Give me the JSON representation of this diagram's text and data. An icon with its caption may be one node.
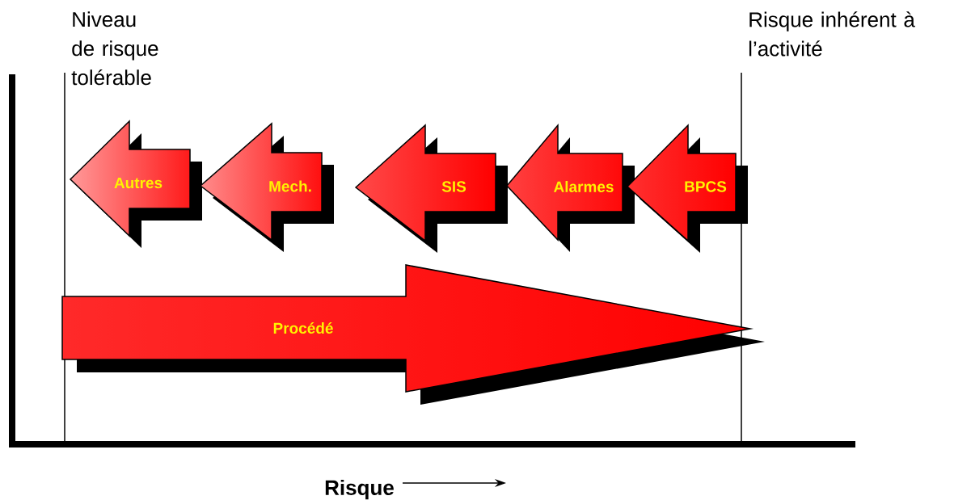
{
  "diagram": {
    "nodes": [
      {
        "text": [
          "Autres"
        ]
      },
      {
        "text": [
          "Mech."
        ]
      },
      {
        "text": [
          "SIS"
        ]
      },
      {
        "text": [
          "Alarmes"
        ]
      },
      {
        "text": [
          "BPCS"
        ]
      },
      {
        "text": [
          "Procédé"
        ]
      }
    ],
    "labels": [
      "Niveau de risque tolérable",
      "Risque inhérent à l’activité",
      "Risque"
    ]
  }
}
